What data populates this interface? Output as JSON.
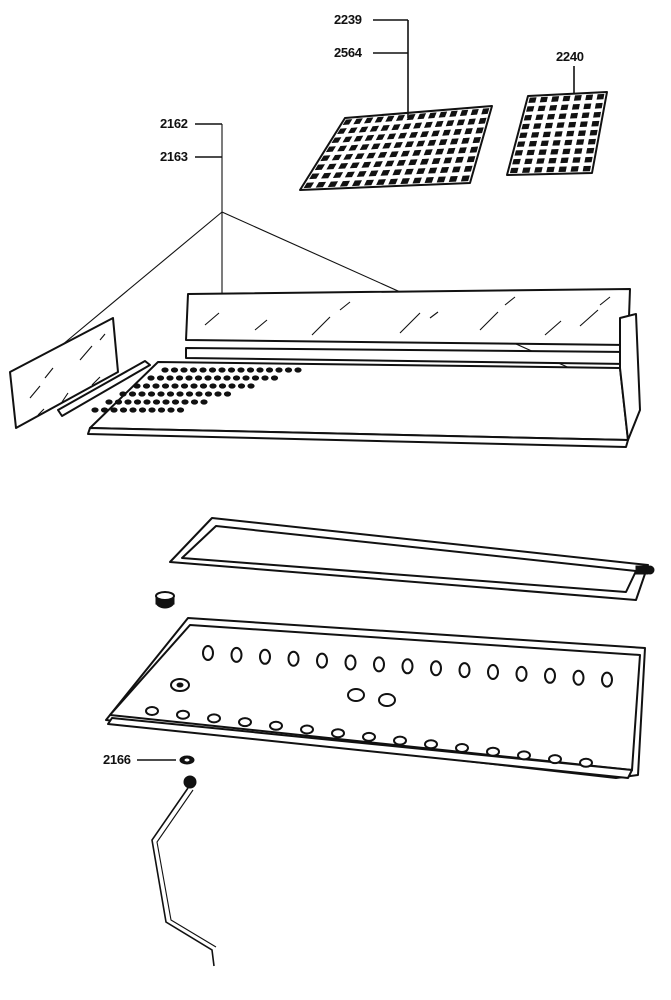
{
  "callouts": {
    "c2239": "2239",
    "c2564": "2564",
    "c2240": "2240",
    "c2162": "2162",
    "c2163": "2163",
    "c2166": "2166"
  },
  "colors": {
    "ink": "#111111",
    "paper": "#ffffff"
  }
}
